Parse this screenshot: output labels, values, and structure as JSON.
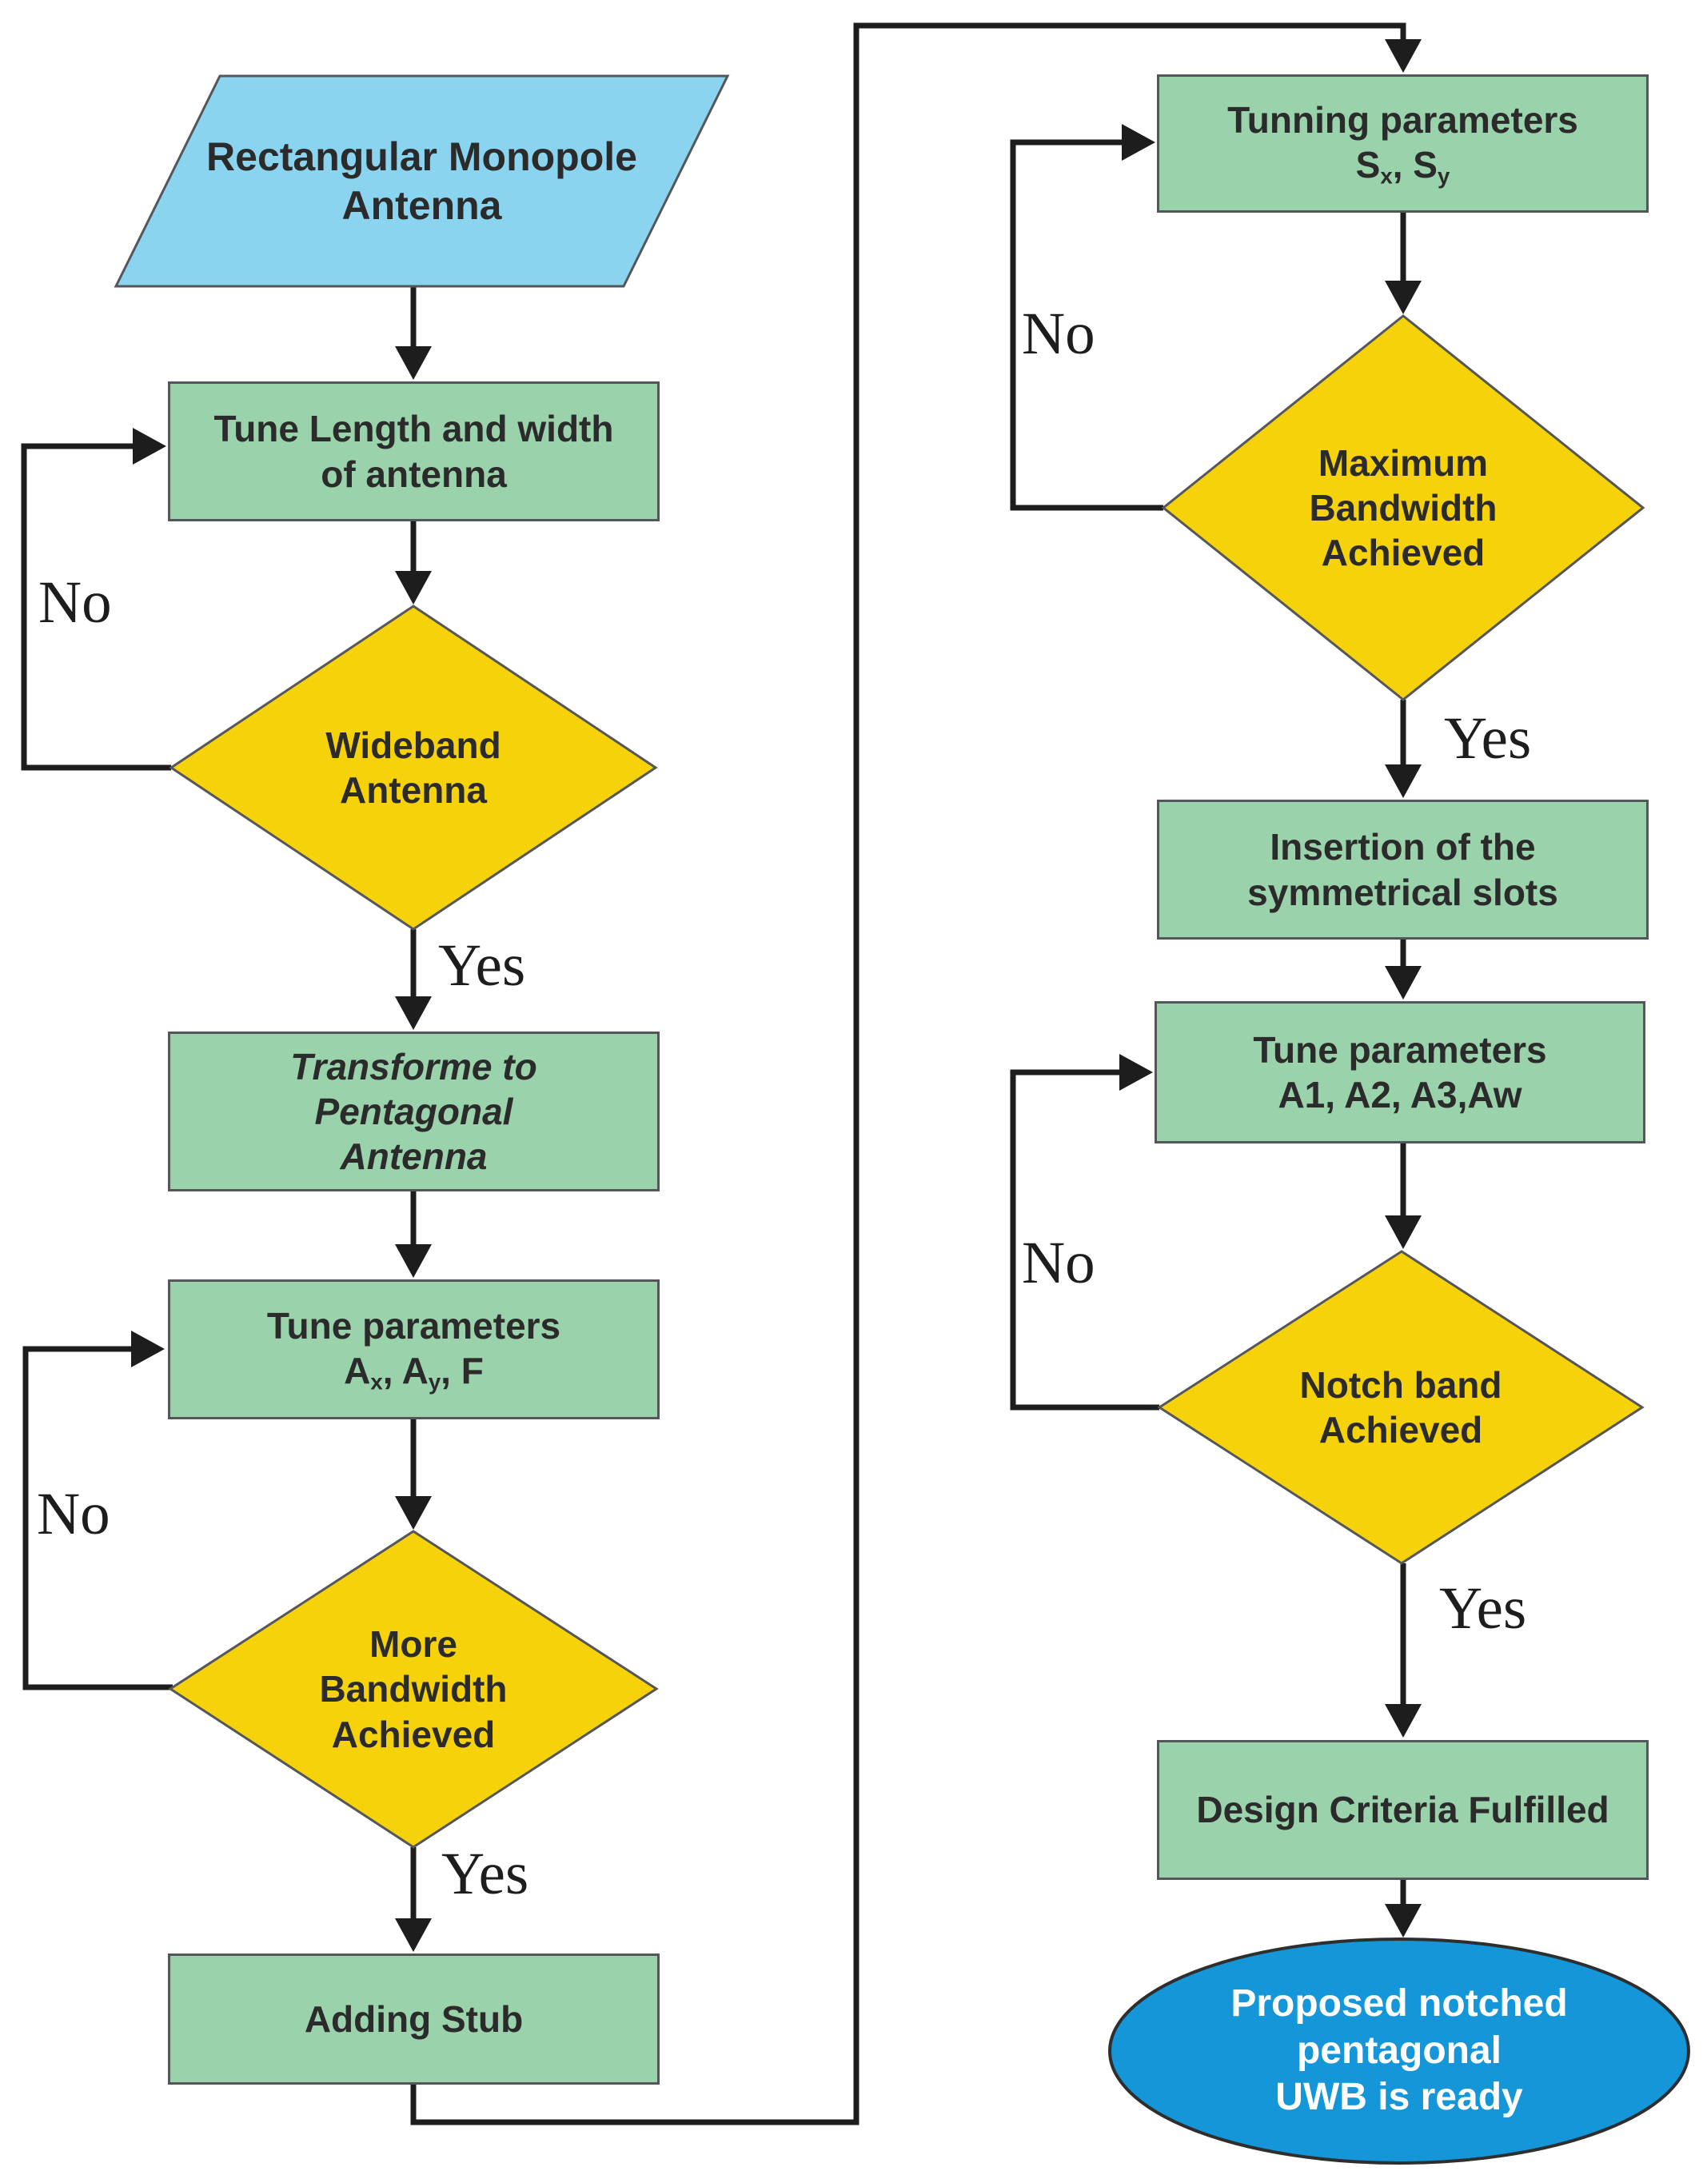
{
  "flowchart": {
    "title_hint": "Antenna design procedure flowchart",
    "edge_labels": {
      "yes": "Yes",
      "no": "No"
    },
    "colors": {
      "start_fill": "#8bd4f0",
      "process_fill": "#9ad2ab",
      "decision_fill": "#f5d20a",
      "terminator_fill": "#1596d8",
      "line": "#1d1d1d",
      "shape_stroke": "#55565a",
      "text": "#2b2b2b",
      "terminator_text": "#ffffff"
    },
    "nodes": {
      "start": {
        "type": "parallelogram",
        "text": "Rectangular Monopole\nAntenna"
      },
      "tune_length_width": {
        "type": "process",
        "text": "Tune Length and width\nof antenna"
      },
      "wideband_antenna": {
        "type": "decision",
        "text": "Wideband\nAntenna"
      },
      "transform_pentagonal": {
        "type": "process",
        "text": "Transforme to\nPentagonal\nAntenna"
      },
      "tune_params_axayf": {
        "type": "process",
        "line1": "Tune parameters",
        "pieces": {
          "a": "A",
          "sub_x": "x",
          "mid": ", A",
          "sub_y": "y",
          "tail": ", F"
        }
      },
      "more_bandwidth": {
        "type": "decision",
        "text": "More\nBandwidth\nAchieved"
      },
      "adding_stub": {
        "type": "process",
        "text": "Adding Stub"
      },
      "tunning_params_sxsy": {
        "type": "process",
        "line1": "Tunning parameters",
        "pieces": {
          "s": "S",
          "sub_x": "x",
          "mid": ", S",
          "sub_y": "y"
        }
      },
      "maximum_bandwidth": {
        "type": "decision",
        "text": "Maximum\nBandwidth\nAchieved"
      },
      "insertion_slots": {
        "type": "process",
        "text": "Insertion of the\nsymmetrical slots"
      },
      "tune_params_a123": {
        "type": "process",
        "text": "Tune parameters\nA1, A2, A3,Aw"
      },
      "notch_band": {
        "type": "decision",
        "text": "Notch band\nAchieved"
      },
      "design_criteria": {
        "type": "process",
        "text": "Design Criteria Fulfilled"
      },
      "end": {
        "type": "terminator",
        "text": "Proposed notched\npentagonal\nUWB is ready"
      }
    }
  }
}
